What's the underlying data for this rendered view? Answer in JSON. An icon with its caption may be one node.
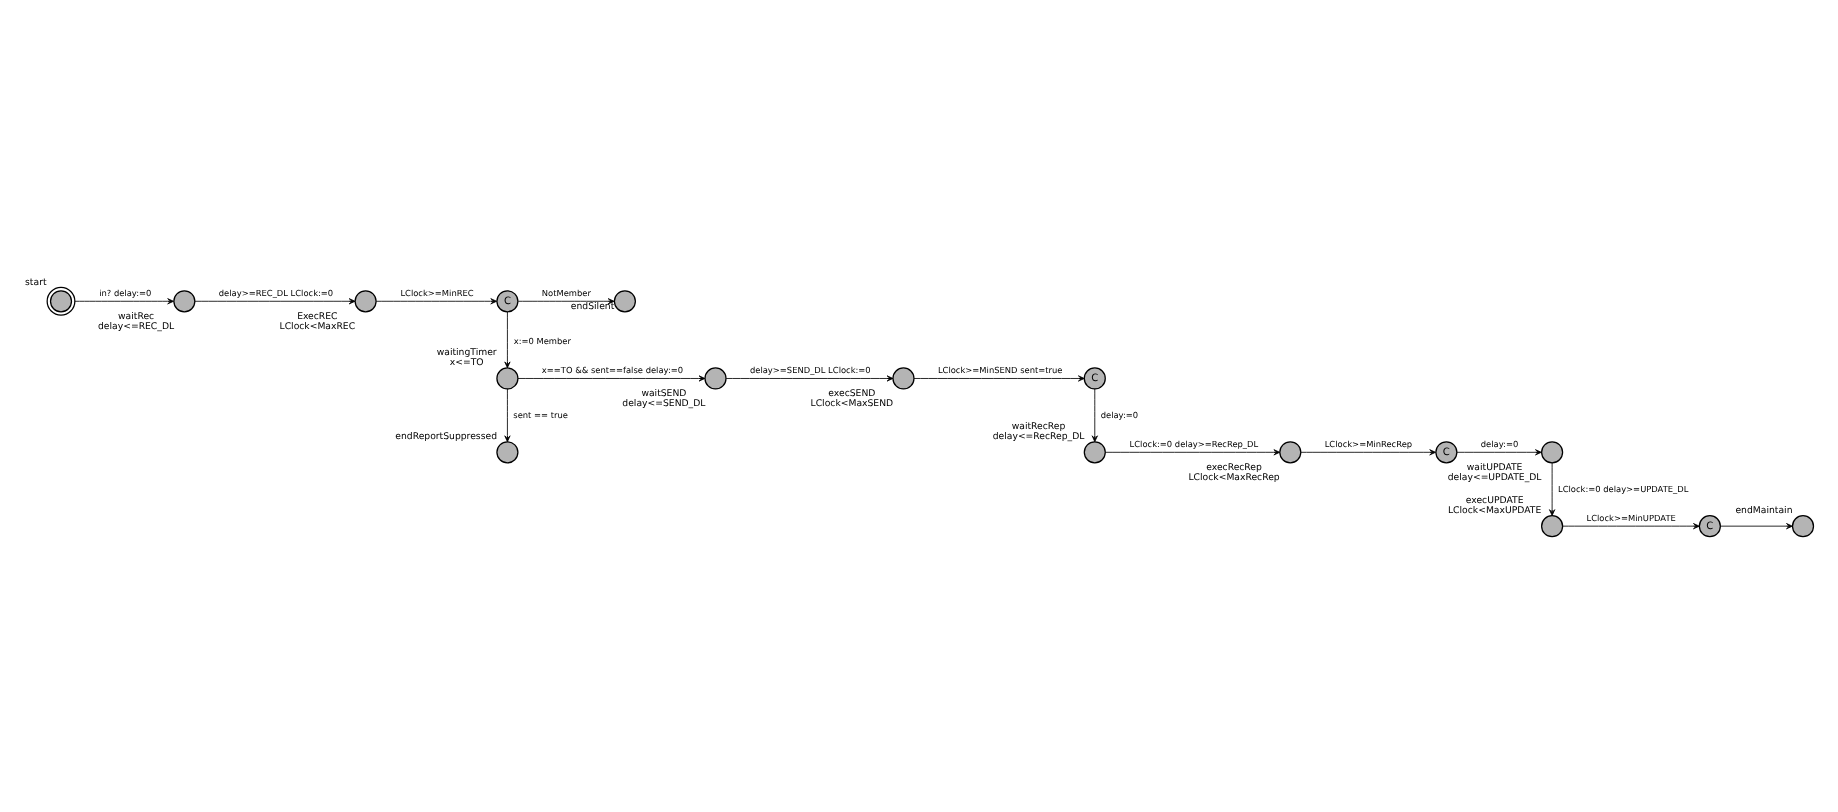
{
  "diagram": {
    "nodes": [
      {
        "text": [
          "start"
        ]
      },
      {
        "text": [
          "waitRec"
        ],
        "beside": [
          "delay<=REC_DL"
        ]
      },
      {
        "text": [
          "ExecREC"
        ],
        "beside": [
          "LClock<MaxREC"
        ]
      },
      {
        "text": [
          "C"
        ]
      },
      {
        "text": [
          "endSilent"
        ]
      },
      {
        "text": [
          "waitingTimer"
        ],
        "beside": [
          "x<=TO"
        ]
      },
      {
        "text": [
          "endReportSuppressed"
        ]
      },
      {
        "text": [
          "waitSEND"
        ],
        "beside": [
          "delay<=SEND_DL"
        ]
      },
      {
        "text": [
          "execSEND"
        ],
        "beside": [
          "LClock<MaxSEND"
        ]
      },
      {
        "text": [
          "C"
        ]
      },
      {
        "text": [
          "waitRecRep"
        ],
        "beside": [
          "delay<=RecRep_DL"
        ]
      },
      {
        "text": [
          "execRecRep"
        ],
        "beside": [
          "LClock<MaxRecRep"
        ]
      },
      {
        "text": [
          "C"
        ]
      },
      {
        "text": [
          "waitUPDATE"
        ],
        "beside": [
          "delay<=UPDATE_DL"
        ]
      },
      {
        "text": [
          "execUPDATE"
        ],
        "beside": [
          "LClock<MaxUPDATE"
        ]
      },
      {
        "text": [
          "C"
        ]
      },
      {
        "text": [
          "endMaintain"
        ]
      }
    ],
    "edges": [
      {
        "from": 0,
        "to": 1,
        "arrow": "to",
        "label": "in? delay:=0"
      },
      {
        "from": 1,
        "to": 2,
        "arrow": "to",
        "label": "delay>=REC_DL LClock:=0"
      },
      {
        "from": 2,
        "to": 3,
        "arrow": "to",
        "label": "LClock>=MinREC"
      },
      {
        "from": 3,
        "to": 4,
        "arrow": "to",
        "label": "NotMember"
      },
      {
        "from": 3,
        "to": 5,
        "arrow": "to",
        "label": "x:=0 Member"
      },
      {
        "from": 5,
        "to": 6,
        "arrow": "to",
        "label": "sent == true"
      },
      {
        "from": 5,
        "to": 7,
        "arrow": "to",
        "label": "x==TO && sent==false delay:=0"
      },
      {
        "from": 7,
        "to": 8,
        "arrow": "to",
        "label": "delay>=SEND_DL LClock:=0"
      },
      {
        "from": 8,
        "to": 9,
        "arrow": "to",
        "label": "LClock>=MinSEND sent=true"
      },
      {
        "from": 9,
        "to": 10,
        "arrow": "to",
        "label": "delay:=0"
      },
      {
        "from": 10,
        "to": 11,
        "arrow": "to",
        "label": "LClock:=0 delay>=RecRep_DL"
      },
      {
        "from": 11,
        "to": 12,
        "arrow": "to",
        "label": "LClock>=MinRecRep"
      },
      {
        "from": 12,
        "to": 13,
        "arrow": "to",
        "label": "delay:=0"
      },
      {
        "from": 13,
        "to": 14,
        "arrow": "to",
        "label": "LClock:=0 delay>=UPDATE_DL"
      },
      {
        "from": 14,
        "to": 15,
        "arrow": "to",
        "label": "LClock>=MinUPDATE"
      },
      {
        "from": 15,
        "to": 16,
        "arrow": "to"
      }
    ]
  }
}
